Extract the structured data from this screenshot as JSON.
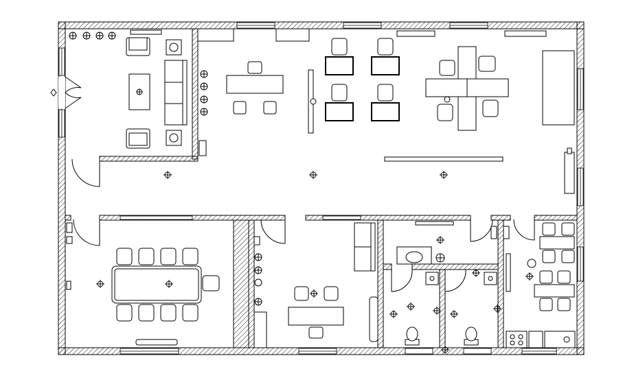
{
  "drawing": {
    "type": "office floor plan",
    "line_color": "#000000",
    "hatch_color": "#000000",
    "background": "#ffffff"
  },
  "rooms": [
    {
      "name": "lounge",
      "furniture": [
        "sofa",
        "armchair",
        "armchair",
        "armchair",
        "armchair",
        "coffee-table",
        "side-table",
        "side-table",
        "plants"
      ]
    },
    {
      "name": "open-office",
      "furniture": [
        "desk",
        "desks",
        "workstation-cluster",
        "cabinet",
        "partition"
      ]
    },
    {
      "name": "meeting-room",
      "furniture": [
        "conference-table",
        "chairs"
      ]
    },
    {
      "name": "manager-office",
      "furniture": [
        "desk",
        "sofa",
        "chairs",
        "plants"
      ]
    },
    {
      "name": "restroom",
      "furniture": [
        "toilet",
        "sink"
      ]
    },
    {
      "name": "restroom",
      "furniture": [
        "toilet",
        "sink"
      ]
    },
    {
      "name": "pantry",
      "furniture": [
        "dining-table",
        "chairs",
        "stove",
        "sink"
      ]
    }
  ],
  "symbols": {
    "ceiling_light": "ceiling-light-icon",
    "plant": "plant-icon",
    "entrance": "double-door-icon"
  }
}
